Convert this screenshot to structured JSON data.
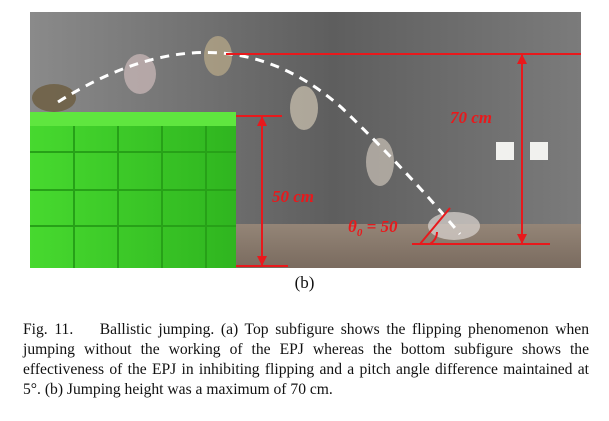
{
  "figure": {
    "label": "(b)",
    "annotations": {
      "height_total": "70 cm",
      "height_box": "50 cm",
      "angle_symbol": "θ",
      "angle_subscript": "0",
      "angle_value": " = 50"
    },
    "colors": {
      "annotation": "#e8191c",
      "trajectory": "#ffffff",
      "box": "#3fd12a",
      "wall": "#6f6f6f",
      "floor": "#8a7a6e"
    }
  },
  "caption": {
    "prefix": "Fig. 11.",
    "text": "Ballistic jumping. (a) Top subfigure shows the flipping phenomenon when jumping without the working of the EPJ whereas the bottom subfigure shows the effectiveness of the EPJ in inhibiting flipping and a pitch angle difference maintained at 5°. (b) Jumping height was a maximum of 70 cm."
  }
}
